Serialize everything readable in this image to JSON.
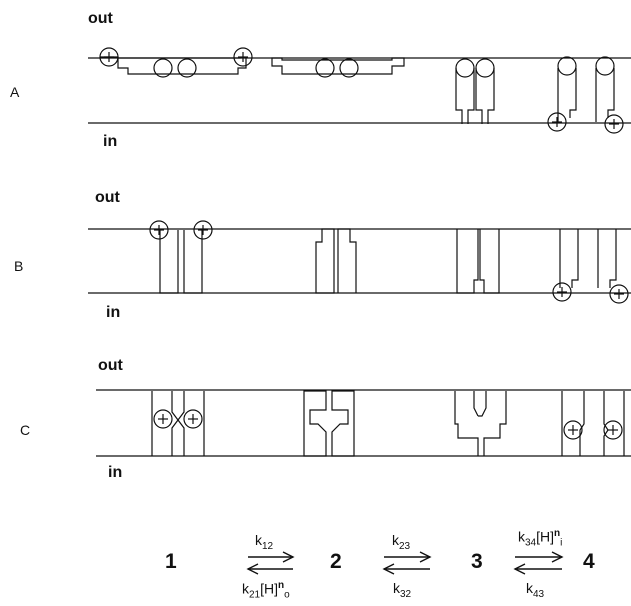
{
  "rows": [
    {
      "key": "A",
      "out": "out",
      "in": "in"
    },
    {
      "key": "B",
      "out": "out",
      "in": "in"
    },
    {
      "key": "C",
      "out": "out",
      "in": "in"
    }
  ],
  "charge_symbol": "+",
  "scheme": {
    "states": [
      "1",
      "2",
      "3",
      "4"
    ],
    "rates": {
      "k12": {
        "k": "k",
        "sub": "12"
      },
      "k21": {
        "k": "k",
        "sub": "21",
        "conc": "[H]",
        "sup": "n",
        "tail": "o"
      },
      "k23": {
        "k": "k",
        "sub": "23"
      },
      "k32": {
        "k": "k",
        "sub": "32"
      },
      "k34": {
        "k": "k",
        "sub": "34",
        "conc": "[H]",
        "sup": "n",
        "tail": "i"
      },
      "k43": {
        "k": "k",
        "sub": "43"
      }
    }
  }
}
